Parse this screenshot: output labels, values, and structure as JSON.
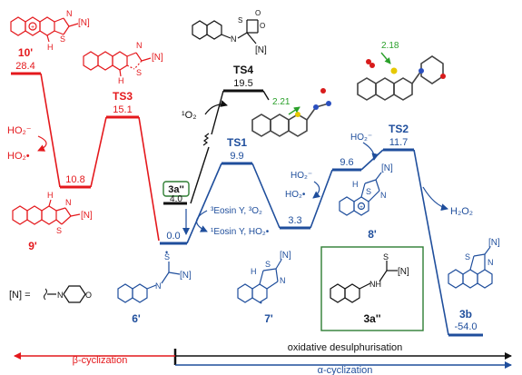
{
  "colors": {
    "red": "#e4181c",
    "blue": "#1f4e9c",
    "black": "#111111",
    "green": "#2aa02a",
    "box_green": "#2e7d32"
  },
  "red_path": {
    "labels": [
      "10'",
      "TS3",
      "9'"
    ],
    "energies": [
      "28.4",
      "15.1",
      "10.8"
    ]
  },
  "blue_path": {
    "labels": [
      "TS4",
      "TS1",
      "TS2",
      "3b",
      "6'",
      "7'",
      "8'",
      "3a''"
    ],
    "energies": [
      "19.5",
      "9.9",
      "11.7",
      "4.0",
      "0.0",
      "3.3",
      "9.6",
      "-54.0"
    ]
  },
  "species": {
    "o2": "¹O₂",
    "ho2_minus": "HO₂⁻",
    "ho2_dot": "HO₂•",
    "h2o2": "H₂O₂",
    "eosin_triplet": "³Eosin Y, ³O₂",
    "eosin_singlet": "¹Eosin Y, HO₂•",
    "N_abbrev": "[N]",
    "N_def": "[N] =",
    "distance_1": "2.21",
    "distance_2": "2.18"
  },
  "structure_letters": {
    "S": "S",
    "N": "N",
    "H": "H",
    "NH": "NH",
    "O": "O",
    "dot": "•"
  },
  "footer": {
    "beta": "β-cyclization",
    "mid": "oxidative desulphurisation",
    "alpha": "α-cyclization"
  }
}
